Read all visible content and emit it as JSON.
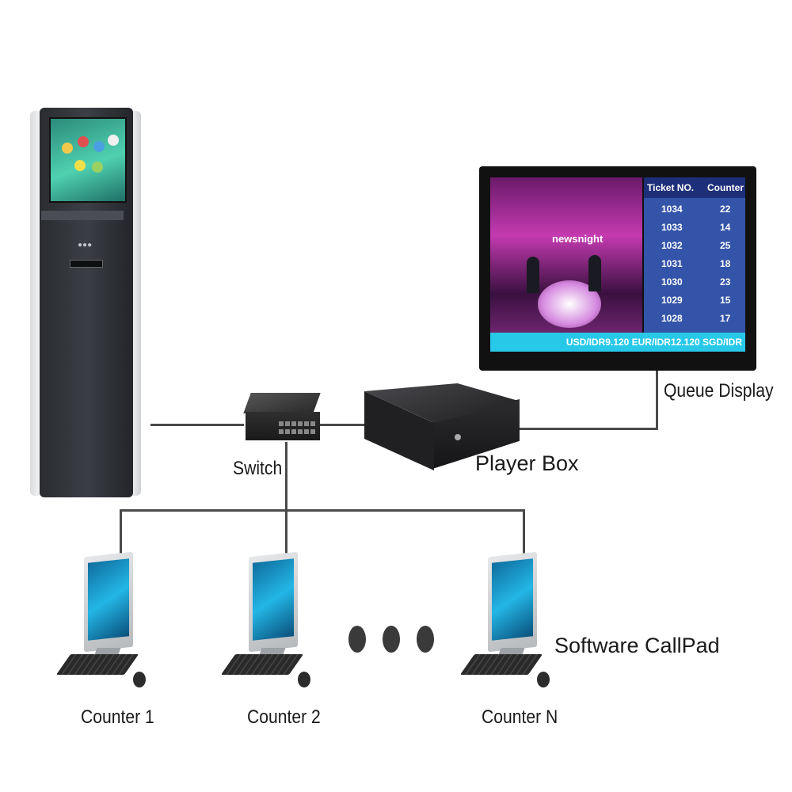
{
  "labels": {
    "switch": "Switch",
    "player_box": "Player Box",
    "queue_display": "Queue Display",
    "software_callpad": "Software CallPad",
    "counter_1": "Counter 1",
    "counter_2": "Counter 2",
    "counter_n": "Counter N"
  },
  "queue_display": {
    "program_title": "newsnight",
    "header_ticket": "Ticket NO.",
    "header_counter": "Counter",
    "rows": [
      {
        "ticket": "1034",
        "counter": "22"
      },
      {
        "ticket": "1033",
        "counter": "14"
      },
      {
        "ticket": "1032",
        "counter": "25"
      },
      {
        "ticket": "1031",
        "counter": "18"
      },
      {
        "ticket": "1030",
        "counter": "23"
      },
      {
        "ticket": "1029",
        "counter": "15"
      },
      {
        "ticket": "1028",
        "counter": "17"
      }
    ],
    "ticker": "USD/IDR9.120 EUR/IDR12.120 SGD/IDR"
  },
  "colors": {
    "line": "#4a4a4a",
    "table_bg": "#3354a8",
    "table_head": "#1e2f7a",
    "ticker_bg": "#28c8e8"
  },
  "icons": [
    "ticket-kiosk-icon",
    "network-switch-icon",
    "player-box-icon",
    "desktop-computer-icon"
  ]
}
